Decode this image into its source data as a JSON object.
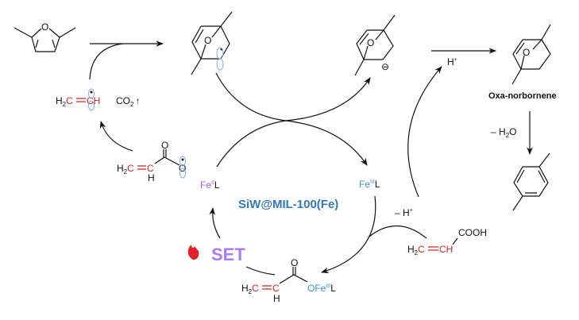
{
  "colors": {
    "carbon_highlight": "#d42020",
    "fe_iii": "#3a8fd0",
    "fe_ii": "#9b5cf0",
    "catalyst": "#2f78c0",
    "orbital": "#7fa8e8"
  },
  "atoms": {
    "O": "O",
    "H": "H",
    "radical_dot": "•"
  },
  "vinyl_radical": {
    "h2": "H",
    "h2_sub": "2",
    "c1": "C",
    "c2": "C",
    "h": "H"
  },
  "co2": {
    "label": "CO",
    "sub": "2",
    "arrow": "↑"
  },
  "acrylate_radical": {
    "h2": "H",
    "h2_sub": "2",
    "c1": "C",
    "c2": "C"
  },
  "fe_ii": {
    "fe": "Fe",
    "ox": "II",
    "ligand": "L"
  },
  "fe_iii": {
    "fe": "Fe",
    "ox": "III",
    "ligand": "L"
  },
  "catalyst": "SiW@MIL-100(Fe)",
  "set_label": "SET",
  "minus_h_plus": {
    "label": "– H",
    "sup": "+"
  },
  "h_plus": {
    "label": "H",
    "sup": "+"
  },
  "anion_charge": "⊖",
  "product_label": "Oxa-norbornene",
  "minus_h2o": {
    "label": "– H",
    "sub": "2",
    "tail": "O"
  },
  "acrylic_acid": {
    "cooh": "COOH",
    "h2": "H",
    "h2_sub": "2",
    "c1": "C",
    "c2": "CH"
  },
  "iron_acrylate": {
    "h2": "H",
    "h2_sub": "2",
    "c1": "C",
    "c2": "C",
    "ofe": "OFe",
    "ox": "III",
    "ligand": "L"
  }
}
